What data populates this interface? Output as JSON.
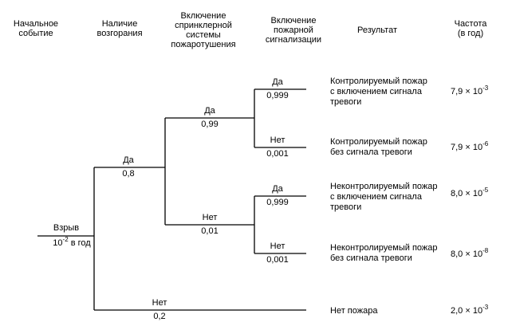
{
  "headers": {
    "initial_event": [
      "Начальное",
      "событие"
    ],
    "ignition": [
      "Наличие",
      "возгорания"
    ],
    "sprinkler": [
      "Включение",
      "спринклерной",
      "системы",
      "пожаротушения"
    ],
    "alarm": [
      "Включение",
      "пожарной",
      "сигнализации"
    ],
    "result": [
      "Результат"
    ],
    "frequency": [
      "Частота",
      "(в год)"
    ]
  },
  "initial": {
    "name": "Взрыв",
    "rate_base": "10",
    "rate_exp": "-2",
    "rate_unit": " в год"
  },
  "branches": {
    "ignition_yes": {
      "label": "Да",
      "prob": "0,8"
    },
    "ignition_no": {
      "label": "Нет",
      "prob": "0,2"
    },
    "sprinkler_yes": {
      "label": "Да",
      "prob": "0,99"
    },
    "sprinkler_no": {
      "label": "Нет",
      "prob": "0,01"
    },
    "alarm_yes_1": {
      "label": "Да",
      "prob": "0,999"
    },
    "alarm_no_1": {
      "label": "Нет",
      "prob": "0,001"
    },
    "alarm_yes_2": {
      "label": "Да",
      "prob": "0,999"
    },
    "alarm_no_2": {
      "label": "Нет",
      "prob": "0,001"
    }
  },
  "outcomes": [
    {
      "lines": [
        "Контролируемый пожар",
        "с включением сигнала",
        "тревоги"
      ],
      "freq_mant": "7,9 × 10",
      "freq_exp": "-3"
    },
    {
      "lines": [
        "Контролируемый пожар",
        "без сигнала тревоги"
      ],
      "freq_mant": "7,9 × 10",
      "freq_exp": "-6"
    },
    {
      "lines": [
        "Неконтролируемый пожар",
        "с включением сигнала",
        "тревоги"
      ],
      "freq_mant": "8,0 × 10",
      "freq_exp": "-5"
    },
    {
      "lines": [
        "Неконтролируемый пожар",
        "без сигнала тревоги"
      ],
      "freq_mant": "8,0 × 10",
      "freq_exp": "-8"
    },
    {
      "lines": [
        "Нет пожара"
      ],
      "freq_mant": "2,0 × 10",
      "freq_exp": "-3"
    }
  ]
}
